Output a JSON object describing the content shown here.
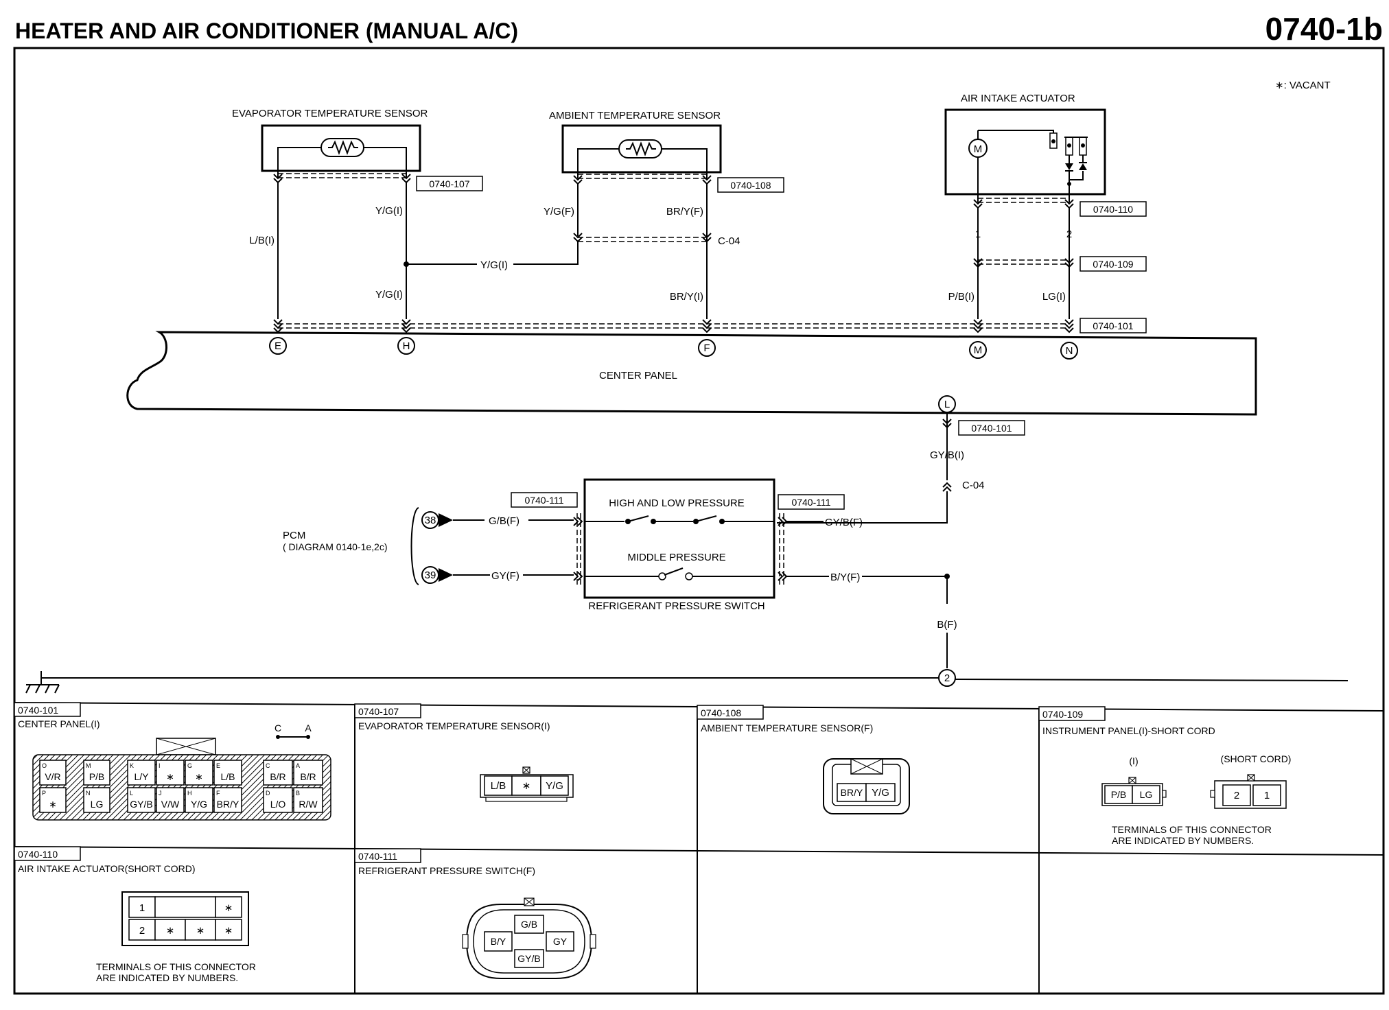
{
  "header": {
    "title": "HEATER AND AIR CONDITIONER (MANUAL A/C)",
    "page_code": "0740-1b"
  },
  "legend": {
    "vacant": "∗: VACANT"
  },
  "components": {
    "evap_sensor": "EVAPORATOR TEMPERATURE SENSOR",
    "ambient_sensor": "AMBIENT TEMPERATURE SENSOR",
    "air_intake": "AIR INTAKE ACTUATOR",
    "center_panel": "CENTER PANEL",
    "high_low": "HIGH AND LOW PRESSURE",
    "middle": "MIDDLE PRESSURE",
    "refrig_switch": "REFRIGERANT PRESSURE SWITCH",
    "pcm": "PCM",
    "pcm_ref": "( DIAGRAM 0140-1e,2c)",
    "motor": "M"
  },
  "connector_refs": {
    "c107": "0740-107",
    "c108": "0740-108",
    "c110": "0740-110",
    "c109": "0740-109",
    "c101a": "0740-101",
    "c101b": "0740-101",
    "c111a": "0740-111",
    "c111b": "0740-111",
    "c04a": "C-04",
    "c04b": "C-04"
  },
  "wires": {
    "lb_i": "L/B(I)",
    "yg_i_top": "Y/G(I)",
    "yg_i_mid": "Y/G(I)",
    "yg_i_bot": "Y/G(I)",
    "yg_f": "Y/G(F)",
    "bry_f": "BR/Y(F)",
    "bry_i": "BR/Y(I)",
    "pin1": "1",
    "pin2": "2",
    "pb_i": "P/B(I)",
    "lg_i": "LG(I)",
    "gyb_i": "GY/B(I)",
    "gb_f": "G/B(F)",
    "gy_f": "GY(F)",
    "gyb_f": "GY/B(F)",
    "by_f": "B/Y(F)",
    "b_f": "B(F)"
  },
  "terminals": {
    "e": "E",
    "h": "H",
    "f": "F",
    "m": "M",
    "n": "N",
    "l": "L",
    "pcm38": "38",
    "pcm39": "39",
    "ground": "2"
  },
  "panels": {
    "p101": {
      "code": "0740-101",
      "title": "CENTER PANEL(I)",
      "ca_c": "C",
      "ca_a": "A",
      "pins": [
        {
          "t": "O",
          "v": "V/R"
        },
        {
          "t": "M",
          "v": "P/B"
        },
        {
          "t": "K",
          "v": "L/Y"
        },
        {
          "t": "I",
          "v": "∗"
        },
        {
          "t": "G",
          "v": "∗"
        },
        {
          "t": "E",
          "v": "L/B"
        },
        {
          "t": "C",
          "v": "B/R"
        },
        {
          "t": "A",
          "v": "B/R"
        },
        {
          "t": "P",
          "v": "∗"
        },
        {
          "t": "N",
          "v": "LG"
        },
        {
          "t": "L",
          "v": "GY/B"
        },
        {
          "t": "J",
          "v": "V/W"
        },
        {
          "t": "H",
          "v": "Y/G"
        },
        {
          "t": "F",
          "v": "BR/Y"
        },
        {
          "t": "D",
          "v": "L/O"
        },
        {
          "t": "B",
          "v": "R/W"
        }
      ]
    },
    "p107": {
      "code": "0740-107",
      "title": "EVAPORATOR TEMPERATURE SENSOR(I)",
      "pins": [
        "L/B",
        "∗",
        "Y/G"
      ]
    },
    "p108": {
      "code": "0740-108",
      "title": "AMBIENT TEMPERATURE SENSOR(F)",
      "pins": [
        "BR/Y",
        "Y/G"
      ]
    },
    "p109": {
      "code": "0740-109",
      "title": "INSTRUMENT PANEL(I)-SHORT CORD",
      "left_label": "(I)",
      "right_label": "(SHORT CORD)",
      "left_pins": [
        "P/B",
        "LG"
      ],
      "right_pins": [
        "2",
        "1"
      ],
      "note1": "TERMINALS OF THIS CONNECTOR",
      "note2": "ARE INDICATED BY NUMBERS."
    },
    "p110": {
      "code": "0740-110",
      "title": "AIR INTAKE ACTUATOR(SHORT CORD)",
      "pins": [
        "1",
        "",
        "∗",
        "2",
        "∗",
        "∗",
        "∗"
      ],
      "note1": "TERMINALS OF THIS CONNECTOR",
      "note2": "ARE INDICATED BY NUMBERS."
    },
    "p111": {
      "code": "0740-111",
      "title": "REFRIGERANT PRESSURE SWITCH(F)",
      "pins": {
        "top": "G/B",
        "left": "B/Y",
        "right": "GY",
        "bottom": "GY/B"
      }
    }
  }
}
